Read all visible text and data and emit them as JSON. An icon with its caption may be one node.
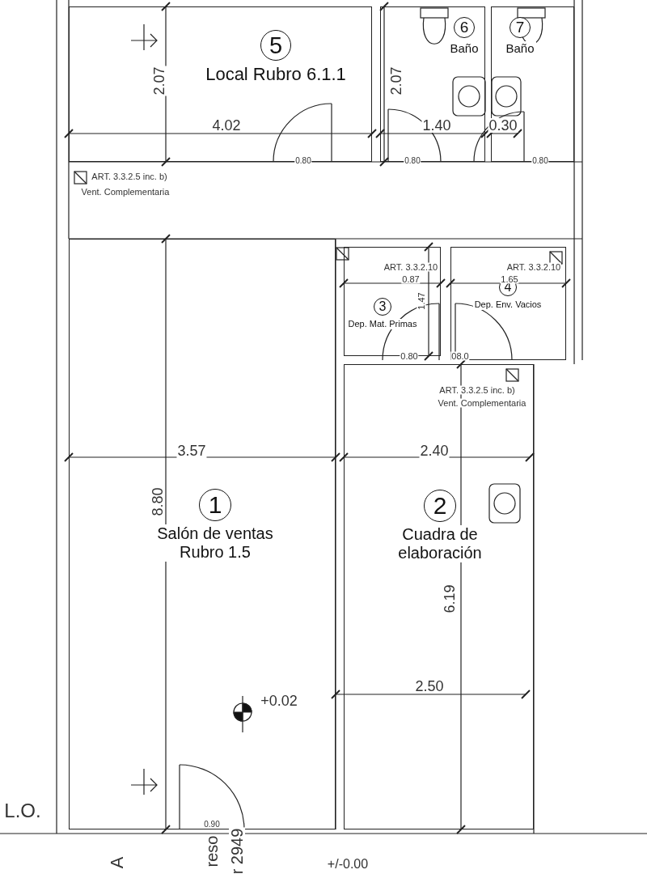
{
  "diagram": {
    "nodes": [
      {
        "text": [
          "5",
          "Local Rubro 6.1.1"
        ]
      },
      {
        "text": [
          "6",
          "Baño"
        ]
      },
      {
        "text": [
          "7",
          "Baño"
        ]
      },
      {
        "text": [
          "3",
          "Dep. Mat. Primas"
        ]
      },
      {
        "text": [
          "4",
          "Dep. Env. Vacios"
        ]
      },
      {
        "text": [
          "1",
          "Salón de ventas Rubro 1.5"
        ]
      },
      {
        "text": [
          "2",
          "Cuadra de elaboración"
        ]
      }
    ],
    "edges": [],
    "labels": [
      "2.07",
      "2.07",
      "4.02",
      "1.40",
      "0.30",
      "0.80",
      "0.80",
      "0.80",
      "ART. 3.3.2.5 inc. b)",
      "Vent. Complementaria",
      "ART. 3.3.2.10",
      "ART. 3.3.2.10",
      "0.87",
      "1.65",
      "1.47",
      "0.80",
      "08.0",
      "ART. 3.3.2.5 inc. b)",
      "Vent. Complementaria",
      "3.57",
      "2.40",
      "8.80",
      "6.19",
      "2.50",
      "+0.02",
      "L.O.",
      "0.90",
      "reso",
      "r 2949",
      "A",
      "+/-0.00"
    ]
  }
}
